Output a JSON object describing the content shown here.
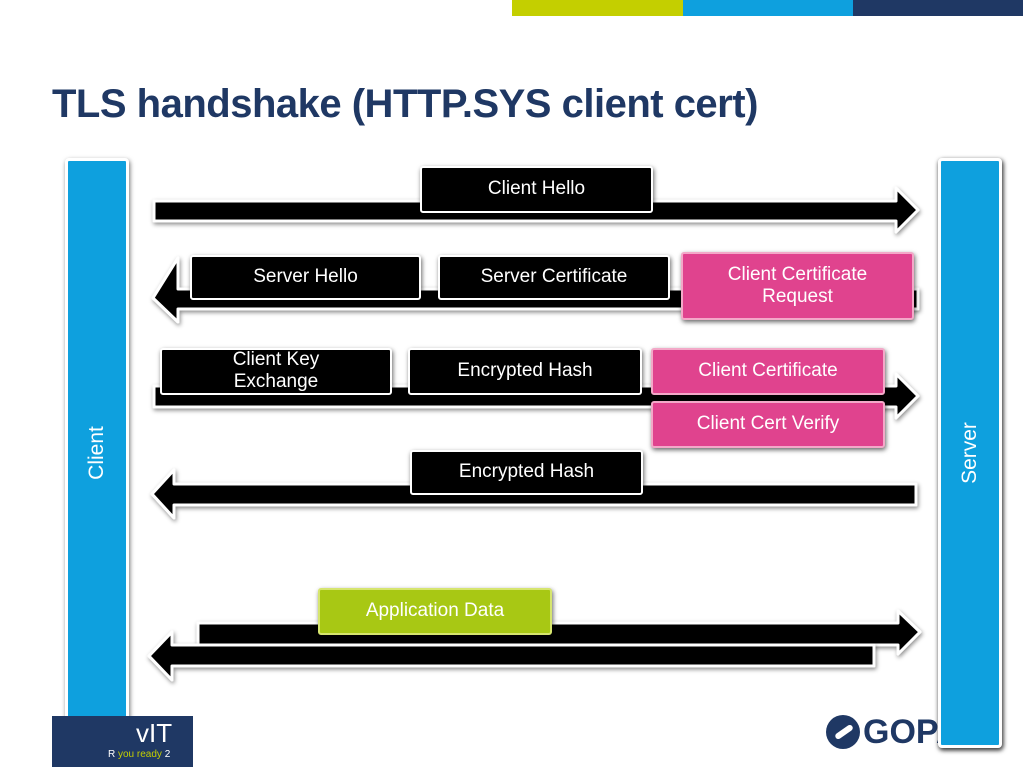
{
  "slide": {
    "title": "TLS handshake (HTTP.SYS client cert)"
  },
  "colors": {
    "title": "#1f3864",
    "pillar": "#0ea0de",
    "topbar_green": "#c4cf00",
    "topbar_cyan": "#0ea0de",
    "topbar_navy": "#1f3864",
    "message_black": "#000000",
    "message_pink": "#e0438e",
    "message_green": "#a8c814"
  },
  "participants": {
    "client": "Client",
    "server": "Server"
  },
  "messages": {
    "client_hello": "Client Hello",
    "server_hello": "Server Hello",
    "server_certificate": "Server Certificate",
    "client_certificate_request": "Client Certificate Request",
    "client_key_exchange": "Client Key Exchange",
    "encrypted_hash_client": "Encrypted Hash",
    "client_certificate": "Client Certificate",
    "client_cert_verify": "Client Cert Verify",
    "encrypted_hash_server": "Encrypted Hash",
    "application_data": "Application Data"
  },
  "arrows": [
    {
      "id": "client-hello-arrow",
      "direction": "client-to-server"
    },
    {
      "id": "server-hello-arrow",
      "direction": "server-to-client"
    },
    {
      "id": "key-exchange-arrow",
      "direction": "client-to-server"
    },
    {
      "id": "encrypted-hash-arrow",
      "direction": "server-to-client"
    },
    {
      "id": "application-data-arrow-out",
      "direction": "client-to-server"
    },
    {
      "id": "application-data-arrow-in",
      "direction": "server-to-client"
    }
  ],
  "logos": {
    "left_big": "vIT",
    "left_small_1": "R ",
    "left_small_2": "you ready",
    "left_small_3": " 2",
    "right_text": "GOPA",
    "right_icon": "gopa-logo-icon"
  }
}
